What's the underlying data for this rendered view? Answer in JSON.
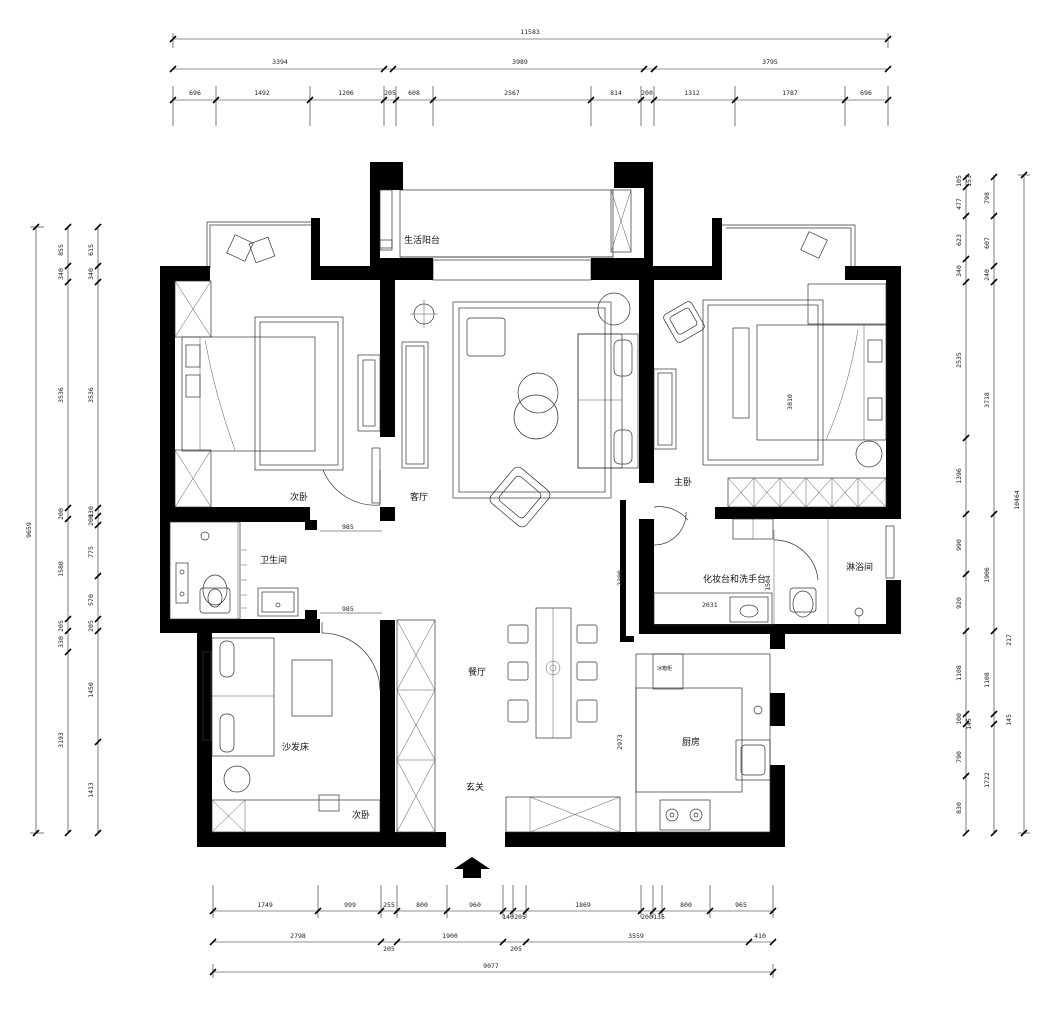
{
  "rooms": {
    "life_balcony": "生活阳台",
    "living_room": "客厅",
    "master_bedroom": "主卧",
    "second_bedroom_top": "次卧",
    "bathroom": "卫生间",
    "vanity": "化妆台和洗手台",
    "shower_room": "淋浴间",
    "dining_room": "餐厅",
    "kitchen": "厨房",
    "sofa_bed": "沙发床",
    "entrance": "玄关",
    "second_bedroom_bottom": "次卧"
  },
  "labels": {
    "fridge": "冰箱柜",
    "bed_width": "3810",
    "bath_door": "985",
    "sofa_door": "985",
    "corridor": "2300",
    "vanity_len": "2031",
    "vanity_side": "1504",
    "kitchen_len": "2973"
  },
  "dims": {
    "top_total": "11583",
    "top_mid": [
      "3394",
      "3989",
      "3795"
    ],
    "top_detail": [
      "696",
      "1492",
      "1206",
      "205",
      "608",
      "2567",
      "814",
      "200",
      "1312",
      "1787",
      "696"
    ],
    "bottom_detail": [
      "1749",
      "999",
      "255",
      "800",
      "960",
      "140",
      "205",
      "1869",
      "200",
      "135",
      "800",
      "965"
    ],
    "bottom_mid": [
      "2798",
      "205",
      "1900",
      "205",
      "3559",
      "410"
    ],
    "bottom_total": "9077",
    "left_outer": "9659",
    "left_mid": [
      "855",
      "340",
      "3536",
      "200",
      "1580",
      "205",
      "330",
      "3193"
    ],
    "left_inner": [
      "615",
      "340",
      "3536",
      "130",
      "200",
      "775",
      "570",
      "205",
      "1450",
      "1413"
    ],
    "right_inner": [
      "105",
      "153",
      "477",
      "623",
      "340",
      "2535",
      "1396",
      "990",
      "920",
      "1108",
      "100",
      "145",
      "790",
      "830"
    ],
    "right_mid": [
      "798",
      "607",
      "240",
      "3718",
      "1906",
      "217",
      "1108",
      "145",
      "1722"
    ],
    "right_outer": "10464"
  },
  "icons": {
    "entry_arrow": "up-arrow-icon"
  }
}
